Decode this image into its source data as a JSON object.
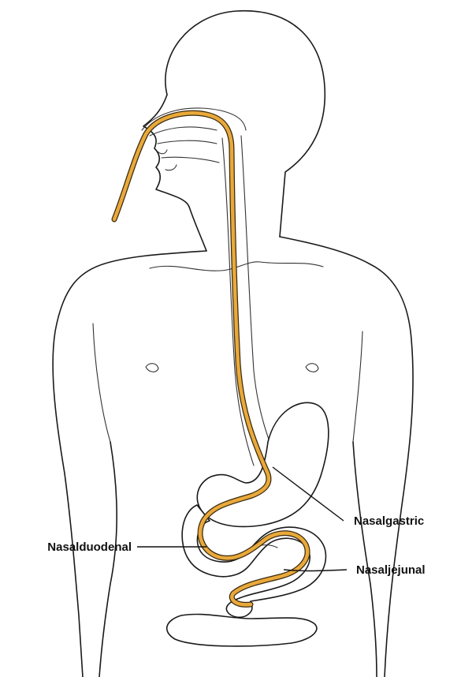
{
  "labels": {
    "gastric": "Nasalgastric",
    "duodenal": "Nasalduodenal",
    "jejunal": "Nasaljejunal"
  },
  "colors": {
    "tube": "#e9a93a",
    "line": "#1a1a1a"
  }
}
